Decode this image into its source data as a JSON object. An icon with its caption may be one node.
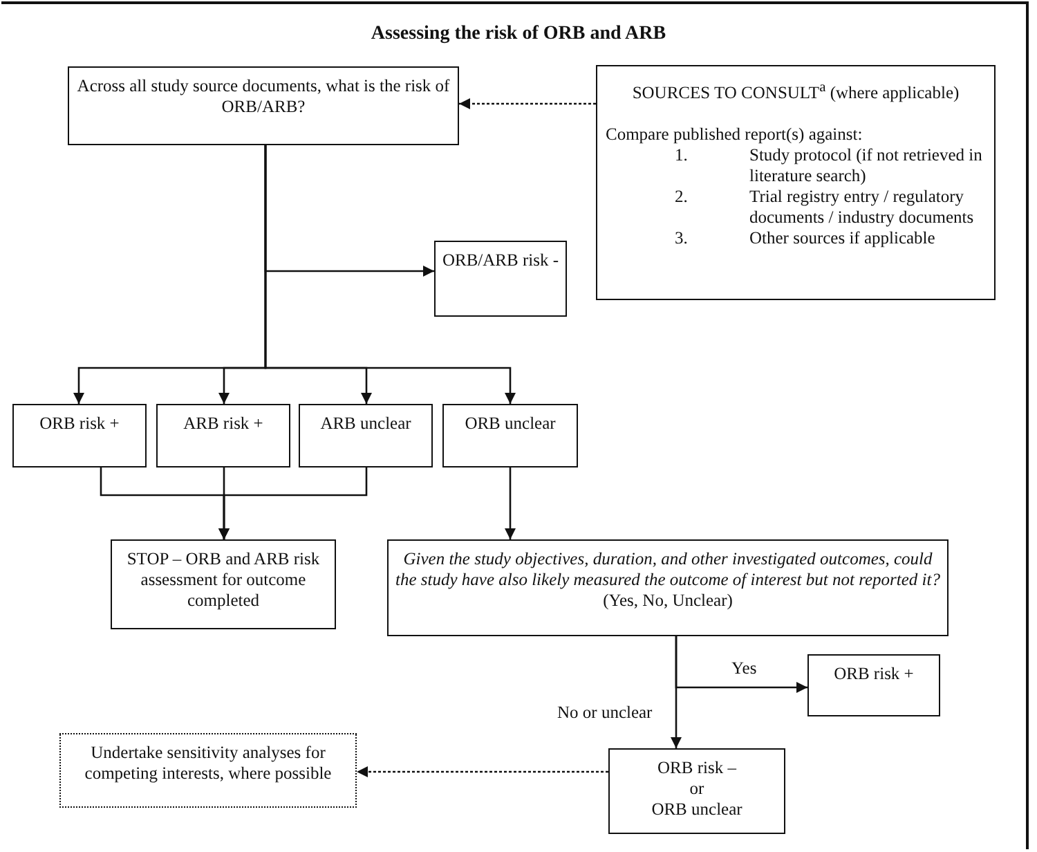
{
  "diagram": {
    "title": "Assessing the risk of ORB and ARB",
    "nodes": [
      {
        "text": [
          "Across all study source documents, what is the risk of ORB/ARB?"
        ]
      },
      {
        "text": [
          "SOURCES TO CONSULT$^{a}$ (where applicable)",
          "Compare published report(s) against:",
          "1.",
          "Study protocol (if not retrieved in literature search)",
          "2.",
          "Trial registry entry / regulatory documents / industry documents",
          "3.",
          "Other sources if applicable"
        ]
      },
      {
        "text": [
          "ORB/ARB risk -"
        ]
      },
      {
        "text": [
          "ORB risk +"
        ]
      },
      {
        "text": [
          "ARB risk +"
        ]
      },
      {
        "text": [
          "ARB unclear"
        ]
      },
      {
        "text": [
          "ORB unclear"
        ]
      },
      {
        "text": [
          "STOP – ORB and ARB risk assessment for outcome completed"
        ]
      },
      {
        "text": [
          "*Given the study objectives, duration, and other investigated outcomes, could the study have also likely measured the outcome of interest but not reported it?* (Yes, No, Unclear)"
        ]
      },
      {
        "text": [
          "ORB risk +"
        ]
      },
      {
        "text": [
          "Undertake sensitivity analyses for competing interests, where possible"
        ]
      },
      {
        "text": [
          "ORB risk –",
          "or",
          "ORB unclear"
        ]
      }
    ],
    "edges": [
      {
        "from": 1,
        "to": 0,
        "arrow": "to",
        "style": "dashed"
      },
      {
        "from": 0,
        "to": 2,
        "arrow": "to"
      },
      {
        "from": 0,
        "to": 3,
        "arrow": "to"
      },
      {
        "from": 0,
        "to": 4,
        "arrow": "to"
      },
      {
        "from": 0,
        "to": 5,
        "arrow": "to"
      },
      {
        "from": 0,
        "to": 6,
        "arrow": "to"
      },
      {
        "from": 3,
        "to": 7,
        "arrow": "to"
      },
      {
        "from": 4,
        "to": 7,
        "arrow": "to"
      },
      {
        "from": 5,
        "to": 7,
        "arrow": "to"
      },
      {
        "from": 6,
        "to": 8,
        "arrow": "to"
      },
      {
        "from": 8,
        "to": 9,
        "arrow": "to",
        "label": "Yes"
      },
      {
        "from": 8,
        "to": 11,
        "arrow": "to",
        "label": "No or unclear"
      },
      {
        "from": 11,
        "to": 10,
        "arrow": "to",
        "style": "dashed"
      }
    ]
  }
}
